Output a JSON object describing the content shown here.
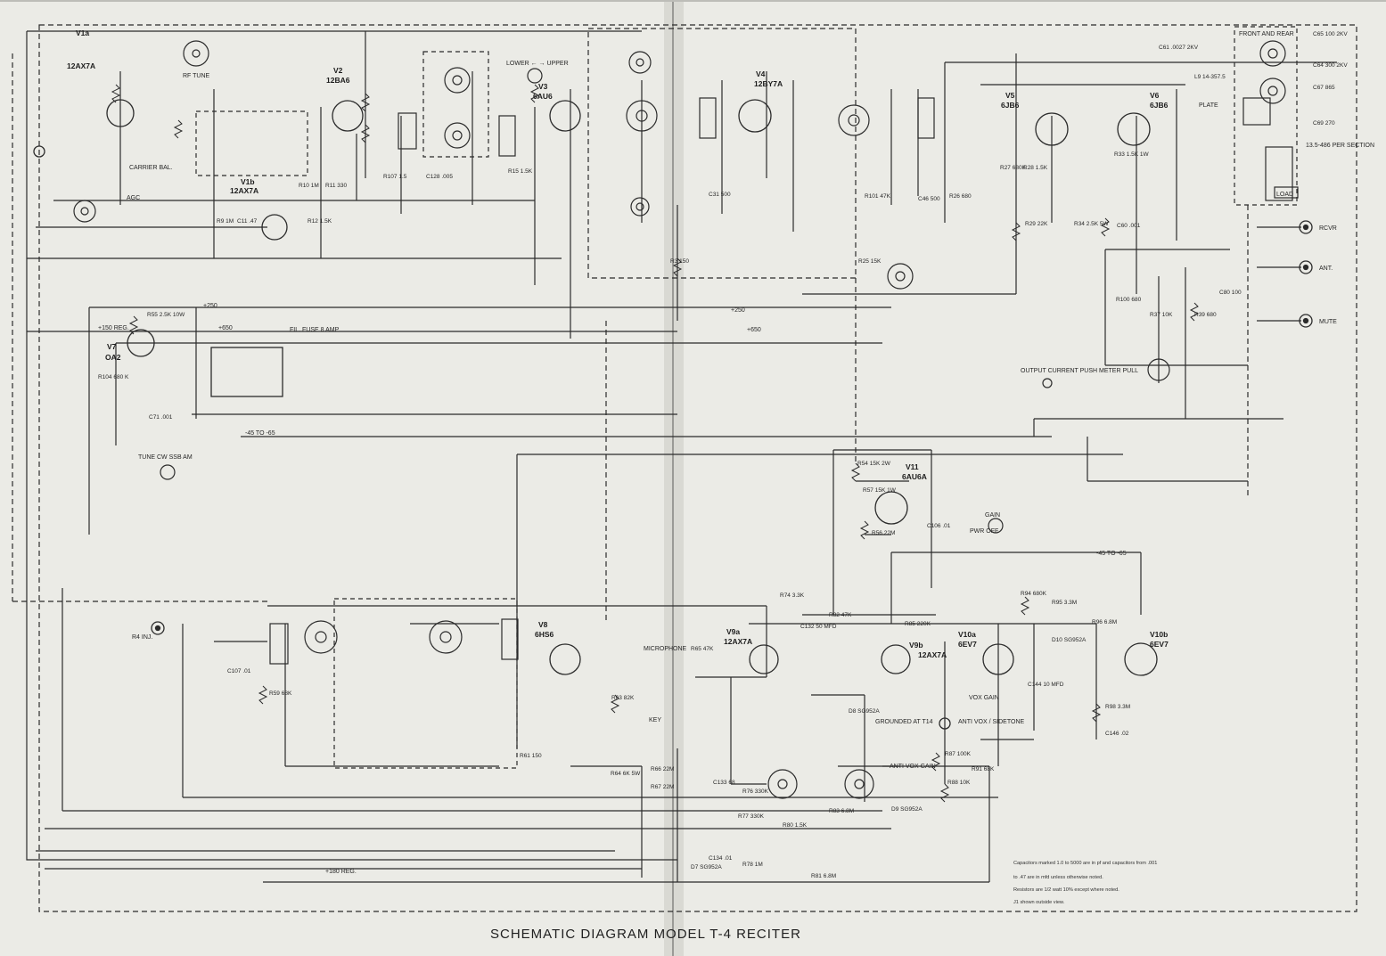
{
  "document": {
    "title": "SCHEMATIC DIAGRAM MODEL T-4 RECITER",
    "notes": [
      "Capacitors marked 1.0 to 5000 are in pf and capacitors from .001",
      "to .47 are in mfd unless otherwise noted.",
      "Resistors are 1/2 watt 10% except where noted.",
      "J1 shown outside view."
    ]
  },
  "tubes": [
    {
      "id": "v1a",
      "name": "V1a",
      "type": "12AX7A"
    },
    {
      "id": "v1b",
      "name": "V1b",
      "type": "12AX7A"
    },
    {
      "id": "v2",
      "name": "V2",
      "type": "12BA6"
    },
    {
      "id": "v3",
      "name": "V3",
      "type": "6AU6"
    },
    {
      "id": "v4",
      "name": "V4",
      "type": "12BY7A"
    },
    {
      "id": "v5",
      "name": "V5",
      "type": "6JB6"
    },
    {
      "id": "v6",
      "name": "V6",
      "type": "6JB6"
    },
    {
      "id": "v7",
      "name": "V7",
      "type": "OA2"
    },
    {
      "id": "v8",
      "name": "V8",
      "type": "6HS6"
    },
    {
      "id": "v9a",
      "name": "V9a",
      "type": "12AX7A"
    },
    {
      "id": "v9b",
      "name": "V9b",
      "type": "12AX7A"
    },
    {
      "id": "v10a",
      "name": "V10a",
      "type": "6EV7"
    },
    {
      "id": "v10b",
      "name": "V10b",
      "type": "6EV7"
    },
    {
      "id": "v11",
      "name": "V11",
      "type": "6AU6A"
    }
  ],
  "labels": [
    {
      "id": "rf-tune",
      "text": "RF TUNE"
    },
    {
      "id": "lower-upper",
      "text": "LOWER ← → UPPER"
    },
    {
      "id": "carrier-bal",
      "text": "CARRIER BAL."
    },
    {
      "id": "agc",
      "text": "AGC"
    },
    {
      "id": "plate",
      "text": "PLATE"
    },
    {
      "id": "load",
      "text": "LOAD"
    },
    {
      "id": "front-rear",
      "text": "FRONT AND REAR"
    },
    {
      "id": "rcvr",
      "text": "RCVR"
    },
    {
      "id": "ant",
      "text": "ANT."
    },
    {
      "id": "mute",
      "text": "MUTE"
    },
    {
      "id": "meter",
      "text": "OUTPUT CURRENT PUSH METER PULL"
    },
    {
      "id": "gain",
      "text": "GAIN"
    },
    {
      "id": "pwr-off",
      "text": "PWR OFF"
    },
    {
      "id": "tune-mode",
      "text": "TUNE CW SSB AM"
    },
    {
      "id": "fil-fuse",
      "text": "FIL. FUSE 8 AMP"
    },
    {
      "id": "microphone",
      "text": "MICROPHONE"
    },
    {
      "id": "key",
      "text": "KEY"
    },
    {
      "id": "anti-vox-sidetone",
      "text": "ANTI VOX / SIDETONE"
    },
    {
      "id": "vox-gain",
      "text": "VOX GAIN"
    },
    {
      "id": "anti-vox-gain",
      "text": "ANTI VOX GAIN"
    },
    {
      "id": "grounded-at-t14",
      "text": "GROUNDED AT T14"
    },
    {
      "id": "r4-inj",
      "text": "R4 INJ."
    },
    {
      "id": "b250a",
      "text": "+250"
    },
    {
      "id": "b250b",
      "text": "+250"
    },
    {
      "id": "b150reg",
      "text": "+150 REG."
    },
    {
      "id": "b650",
      "text": "+650"
    },
    {
      "id": "b650b",
      "text": "+650"
    },
    {
      "id": "bias",
      "text": "-45 TO -65"
    },
    {
      "id": "bias2",
      "text": "-45 TO -65"
    },
    {
      "id": "b180reg",
      "text": "+180 REG."
    },
    {
      "id": "per-section",
      "text": "13.5-486 PER SECTION"
    }
  ],
  "components": [
    {
      "id": "c64",
      "text": "C64 300 2KV"
    },
    {
      "id": "c65",
      "text": "C65 100 2KV"
    },
    {
      "id": "c67",
      "text": "C67 865"
    },
    {
      "id": "c69",
      "text": "C69 270"
    },
    {
      "id": "c61",
      "text": "C61 .0027 2KV"
    },
    {
      "id": "l9",
      "text": "L9 14-357.5"
    },
    {
      "id": "r55",
      "text": "R55 2.5K 10W"
    },
    {
      "id": "r104",
      "text": "R104 680 K"
    },
    {
      "id": "r54",
      "text": "R54 15K 2W"
    },
    {
      "id": "r57",
      "text": "R57 15K 1W"
    },
    {
      "id": "r56",
      "text": "R56 22M"
    },
    {
      "id": "c106",
      "text": "C106 .01"
    },
    {
      "id": "r29",
      "text": "R29 22K"
    },
    {
      "id": "r34",
      "text": "R34 2.5K 5W"
    },
    {
      "id": "r26",
      "text": "R26 680"
    },
    {
      "id": "r25",
      "text": "R25 15K"
    },
    {
      "id": "r101",
      "text": "R101 47K"
    },
    {
      "id": "r100",
      "text": "R100 680"
    },
    {
      "id": "r37",
      "text": "R37 10K"
    },
    {
      "id": "r39",
      "text": "R39 680"
    },
    {
      "id": "c80",
      "text": "C80 100"
    },
    {
      "id": "r94",
      "text": "R94 680K"
    },
    {
      "id": "r95",
      "text": "R95 3.3M"
    },
    {
      "id": "r96",
      "text": "R96 6.8M"
    },
    {
      "id": "r98",
      "text": "R98 3.3M"
    },
    {
      "id": "c146",
      "text": "C146 .02"
    },
    {
      "id": "r91",
      "text": "R91 68K"
    },
    {
      "id": "r59",
      "text": "R59 68K"
    },
    {
      "id": "r63",
      "text": "R63 82K"
    },
    {
      "id": "r64",
      "text": "R64 6K 5W"
    },
    {
      "id": "r66",
      "text": "R66 22M"
    },
    {
      "id": "r67",
      "text": "R67 22M"
    },
    {
      "id": "r78",
      "text": "R78 1M"
    },
    {
      "id": "r81",
      "text": "R81 6.8M"
    },
    {
      "id": "d7",
      "text": "D7 SG952A"
    },
    {
      "id": "c134",
      "text": "C134 .01"
    },
    {
      "id": "c107",
      "text": "C107 .01"
    },
    {
      "id": "r61",
      "text": "R61 150"
    },
    {
      "id": "r65",
      "text": "R65 47K"
    },
    {
      "id": "r74",
      "text": "R74 3.3K"
    },
    {
      "id": "r82",
      "text": "R82 47K"
    },
    {
      "id": "r85",
      "text": "R85 220K"
    },
    {
      "id": "c132",
      "text": "C132 50 MFD"
    },
    {
      "id": "c144",
      "text": "C144 10 MFD"
    },
    {
      "id": "r87",
      "text": "R87 100K"
    },
    {
      "id": "r88",
      "text": "R88 10K"
    },
    {
      "id": "r83",
      "text": "R83 6.8M"
    },
    {
      "id": "r80",
      "text": "R80 1.5K"
    },
    {
      "id": "r77",
      "text": "R77 330K"
    },
    {
      "id": "r76",
      "text": "R76 330K"
    },
    {
      "id": "c133",
      "text": "C133 68"
    },
    {
      "id": "d9",
      "text": "D9 SG952A"
    },
    {
      "id": "d8",
      "text": "D8 SG952A"
    },
    {
      "id": "d10",
      "text": "D10 SG952A"
    },
    {
      "id": "r11",
      "text": "R11 330"
    },
    {
      "id": "r10",
      "text": "R10 1M"
    },
    {
      "id": "r9",
      "text": "R9 1M"
    },
    {
      "id": "c11",
      "text": "C11 .47"
    },
    {
      "id": "r12",
      "text": "R12 1.5K"
    },
    {
      "id": "c71",
      "text": "C71 .001"
    },
    {
      "id": "r15",
      "text": "R15 1.5K"
    },
    {
      "id": "r3",
      "text": "R3 150"
    },
    {
      "id": "c31",
      "text": "C31 500"
    },
    {
      "id": "c46",
      "text": "C46 500"
    },
    {
      "id": "r107",
      "text": "R107 1.5"
    },
    {
      "id": "c128",
      "text": "C128 .005"
    },
    {
      "id": "r27",
      "text": "R27 680K"
    },
    {
      "id": "r28",
      "text": "R28 1.5K"
    },
    {
      "id": "r33",
      "text": "R33 1.5K 1W"
    },
    {
      "id": "c60",
      "text": "C60 .001"
    }
  ]
}
